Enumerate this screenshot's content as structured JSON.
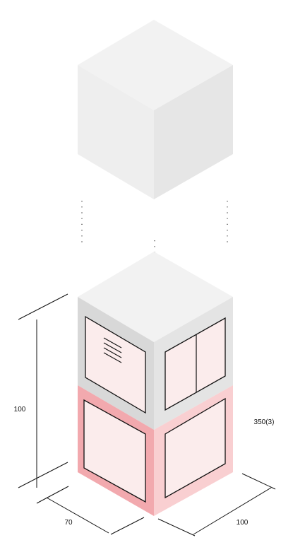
{
  "dimensions": {
    "height_label": "100",
    "depth_label": "70",
    "width_label": "100",
    "annotation_label": "350(3)"
  },
  "colors": {
    "lid_top": "#f2f2f2",
    "lid_left": "#eeeeee",
    "lid_right": "#e6e6e6",
    "grey_left": "#d8d8d8",
    "grey_right": "#e4e4e4",
    "pink_left": "#f2a9ae",
    "pink_right": "#f9cfd1",
    "panel_fill": "#fbecec",
    "outline": "#111111"
  }
}
